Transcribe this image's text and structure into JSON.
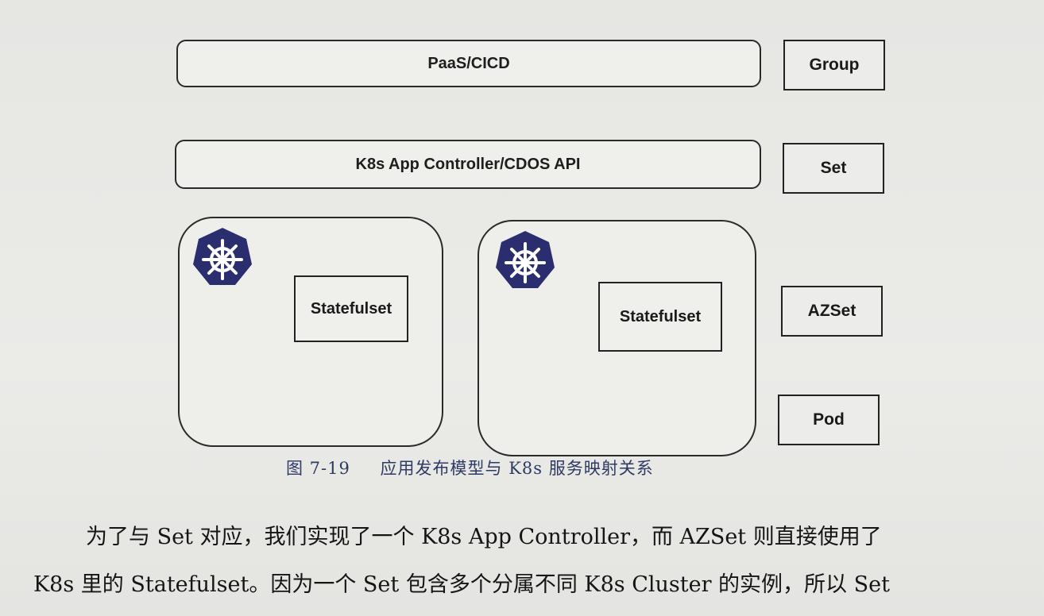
{
  "diagram": {
    "paas_label": "PaaS/CICD",
    "controller_label": "K8s App Controller/CDOS API",
    "statefulset_left": "Statefulset",
    "statefulset_right": "Statefulset",
    "levels": {
      "group": "Group",
      "set": "Set",
      "azset": "AZSet",
      "pod": "Pod"
    },
    "logo_icon": "kubernetes-helm-icon",
    "logo_color": "#2b2e6e"
  },
  "caption": {
    "number": "图 7-19",
    "text": "应用发布模型与 K8s 服务映射关系"
  },
  "paragraph": {
    "line1": "为了与 Set 对应，我们实现了一个 K8s App Controller，而 AZSet 则直接使用了",
    "line2": "K8s 里的 Statefulset。因为一个 Set 包含多个分属不同 K8s Cluster 的实例，所以 Set"
  }
}
